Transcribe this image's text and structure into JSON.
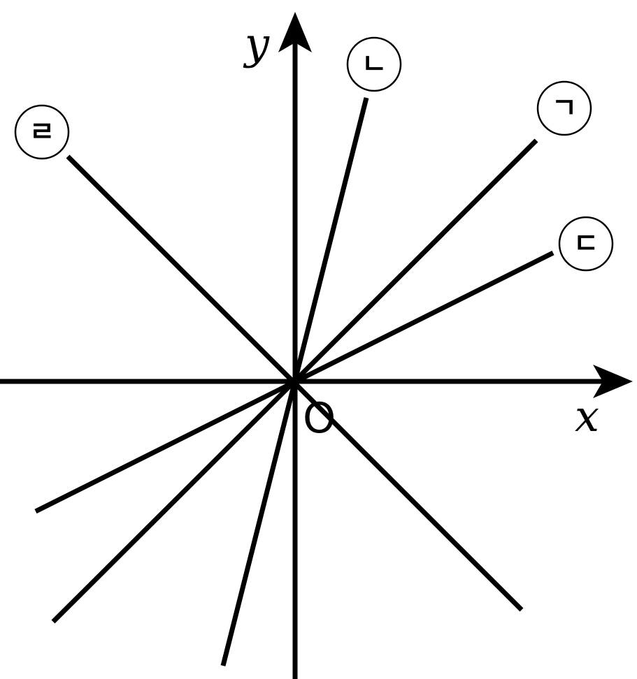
{
  "axes": {
    "x_label": "x",
    "y_label": "y",
    "origin_label": "O"
  },
  "lines": [
    {
      "label": "ㄱ"
    },
    {
      "label": "ㄴ"
    },
    {
      "label": "ㄷ"
    },
    {
      "label": "ㄹ"
    }
  ]
}
